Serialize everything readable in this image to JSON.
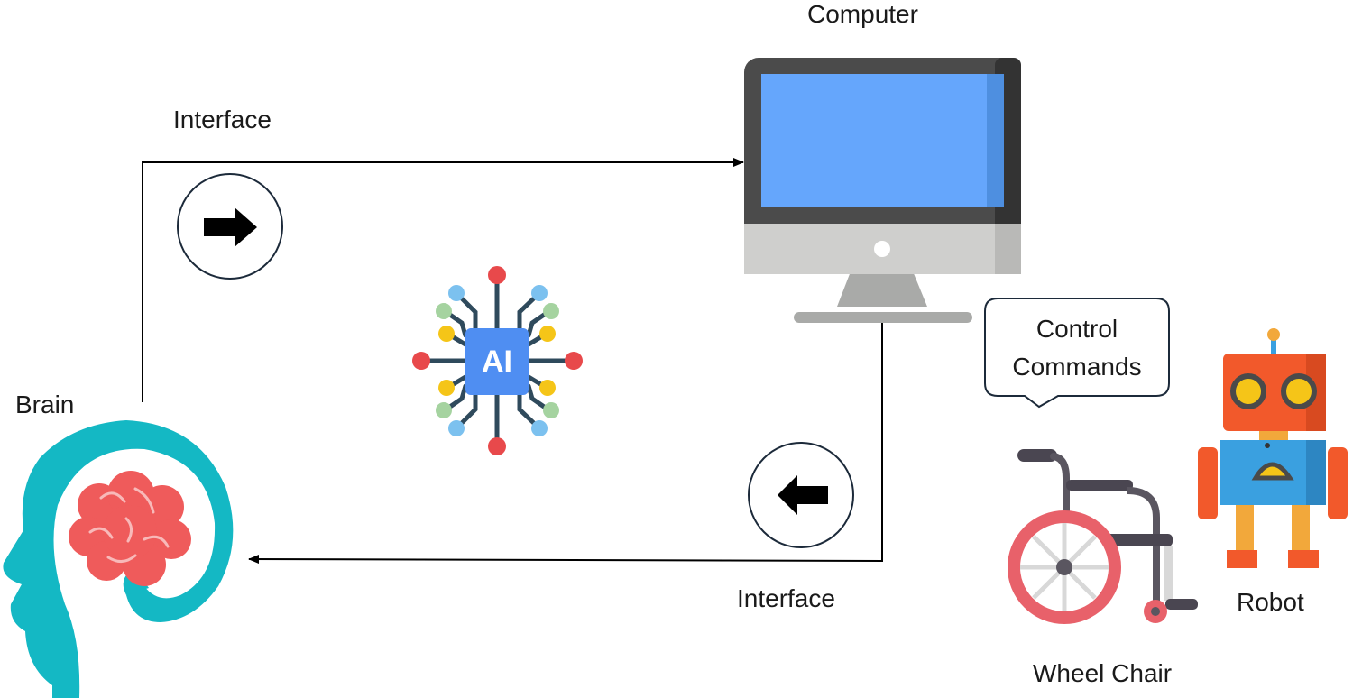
{
  "labels": {
    "computer": "Computer",
    "interface_top": "Interface",
    "interface_bottom": "Interface",
    "brain": "Brain",
    "control_line1": "Control",
    "control_line2": "Commands",
    "wheelchair": "Wheel Chair",
    "robot": "Robot",
    "ai_chip": "AI"
  },
  "icons": {
    "head": "head-with-brain-icon",
    "chip": "ai-chip-icon",
    "monitor": "computer-monitor-icon",
    "wheelchair": "wheelchair-icon",
    "robot": "robot-icon",
    "arrow_right": "arrow-right-icon",
    "arrow_left": "arrow-left-icon",
    "bubble": "speech-bubble-icon"
  },
  "colors": {
    "head": "#14b8c4",
    "brain": "#ef5b5b",
    "screen": "#65a6fc",
    "monitor_frame": "#4a4a4a",
    "monitor_chin": "#cfcfcf",
    "chip": "#4f8ef2",
    "wheel": "#e8616a",
    "robot_head": "#f2592b",
    "robot_body": "#3aa0e0",
    "robot_limbs": "#f2a83b"
  }
}
